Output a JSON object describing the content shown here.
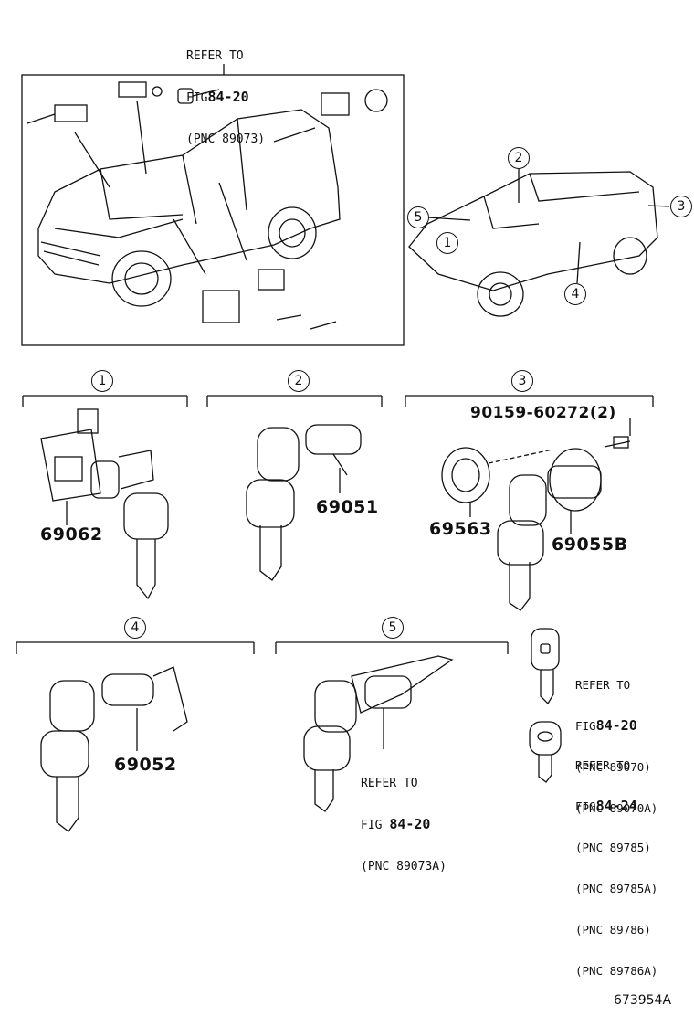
{
  "top_ref": {
    "line1": "REFER TO",
    "line2_prefix": "FIG",
    "line2_num": "84-20",
    "line3": "(PNC 89073)"
  },
  "callouts": [
    "1",
    "2",
    "3",
    "4",
    "5"
  ],
  "car_callouts": {
    "c2": "2",
    "c3": "3",
    "c4": "4",
    "c5": "5",
    "c1": "1"
  },
  "sections": {
    "s1": {
      "label": "1",
      "parts": [
        "69062"
      ]
    },
    "s2": {
      "label": "2",
      "parts": [
        "69051"
      ]
    },
    "s3": {
      "label": "3",
      "bolt": "90159-60272(2)",
      "parts": [
        "69563",
        "69055B"
      ]
    },
    "s4": {
      "label": "4",
      "parts": [
        "69052"
      ]
    },
    "s5": {
      "label": "5",
      "ref": {
        "line1": "REFER TO",
        "line2_prefix": "FIG",
        "line2_num": "84-20",
        "line3": "(PNC 89073A)"
      }
    }
  },
  "key_ref_1": {
    "line1": "REFER TO",
    "line2_prefix": "FIG",
    "line2_num": "84-20",
    "pnc": [
      "(PNC 89070)",
      "(PNC 89070A)"
    ]
  },
  "key_ref_2": {
    "line1": "REFER TO",
    "line2_prefix": "FIG",
    "line2_num": "84-24",
    "pnc": [
      "(PNC 89785)",
      "(PNC 89785A)",
      "(PNC 89786)",
      "(PNC 89786A)"
    ]
  },
  "footer": "673954A",
  "icons": [
    "door-lock-cylinder-icon",
    "ignition-lock-icon",
    "key-icon",
    "remote-key-icon",
    "vehicle-icon"
  ]
}
